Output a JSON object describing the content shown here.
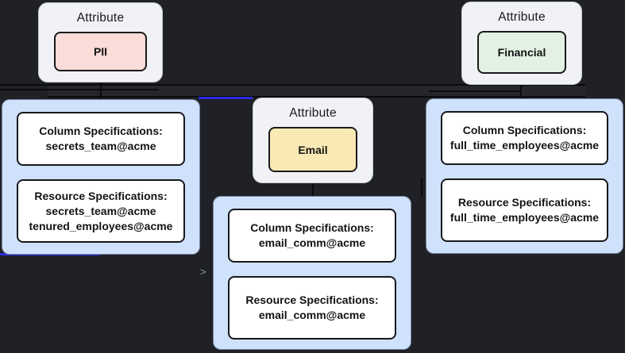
{
  "diagram": {
    "background": "#1f2126",
    "attribute_nodes": [
      {
        "title": "Attribute",
        "tag": "PII",
        "tag_bg": "#fadcd9"
      },
      {
        "title": "Attribute",
        "tag": "Email",
        "tag_bg": "#fbe9b5"
      },
      {
        "title": "Attribute",
        "tag": "Financial",
        "tag_bg": "#e2f1e2"
      }
    ],
    "spec_nodes": [
      {
        "column": {
          "title": "Column Specifications:",
          "lines": [
            "secrets_team@acme"
          ]
        },
        "resource": {
          "title": "Resource Specifications:",
          "lines": [
            "secrets_team@acme",
            "tenured_employees@acme"
          ]
        }
      },
      {
        "column": {
          "title": "Column Specifications:",
          "lines": [
            "email_comm@acme"
          ]
        },
        "resource": {
          "title": "Resource Specifications:",
          "lines": [
            "email_comm@acme"
          ]
        }
      },
      {
        "column": {
          "title": "Column Specifications:",
          "lines": [
            "full_time_employees@acme"
          ]
        },
        "resource": {
          "title": "Resource Specifications:",
          "lines": [
            "full_time_employees@acme"
          ]
        }
      }
    ],
    "edge_marker": ">",
    "colors": {
      "attribute_node_bg": "#f1f2f5",
      "spec_card_bg": "#cfe1fb",
      "spec_box_bg": "#ffffff",
      "dark_border": "#1a1a1a",
      "edge_black": "#0a0b0d",
      "edge_blue": "#2a2ae0",
      "marker_gray": "#9aa0a6"
    }
  }
}
